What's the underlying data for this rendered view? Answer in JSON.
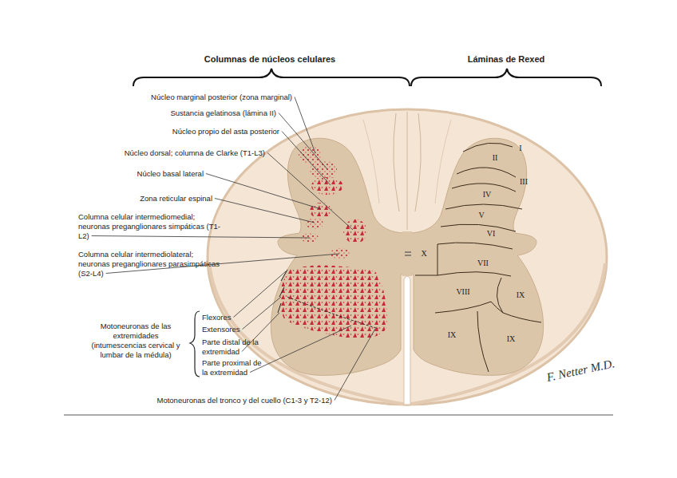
{
  "diagram": {
    "labels": [
      "Columnas de núcleos celulares",
      "Láminas de Rexed",
      "Núcleo marginal posterior (zona marginal)",
      "Sustancia gelatinosa (lámina II)",
      "Núcleo propio del asta posterior",
      "Núcleo dorsal; columna de Clarke (T1-L3)",
      "Núcleo basal lateral",
      "Zona reticular espinal",
      "Columna celular intermediomedial; neuronas preganglionares simpáticas (T1-L2)",
      "Columna celular intermediolateral; neuronas preganglionares parasimpáticas (S2-L4)",
      "Motoneuronas de las extremidades (intumescencias cervical y lumbar de la médula)",
      "Flexores",
      "Extensores",
      "Parte distal de la extremidad",
      "Parte proximal de la extremidad",
      "Motoneuronas del tronco y del cuello (C1-3 y T2-12)",
      "I",
      "II",
      "III",
      "IV",
      "V",
      "VI",
      "VII",
      "VIII",
      "IX",
      "IX",
      "IX",
      "X",
      "F. Netter M.D."
    ]
  }
}
